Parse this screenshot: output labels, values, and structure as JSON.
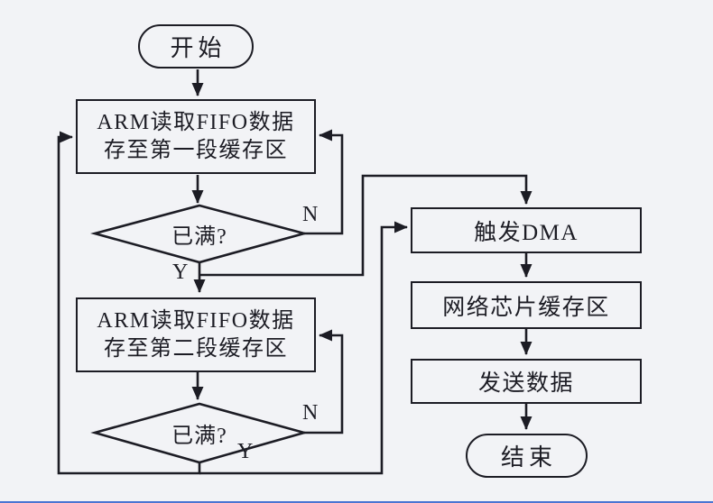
{
  "diagram": {
    "type": "flowchart",
    "nodes": {
      "start": {
        "shape": "terminator",
        "label": "开始"
      },
      "read_fifo_1": {
        "shape": "process",
        "lines": [
          "ARM读取FIFO数据",
          "存至第一段缓存区"
        ]
      },
      "full_check_1": {
        "shape": "decision",
        "label": "已满?"
      },
      "read_fifo_2": {
        "shape": "process",
        "lines": [
          "ARM读取FIFO数据",
          "存至第二段缓存区"
        ]
      },
      "full_check_2": {
        "shape": "decision",
        "label": "已满?"
      },
      "trigger_dma": {
        "shape": "process",
        "label": "触发DMA"
      },
      "network_buffer": {
        "shape": "process",
        "label": "网络芯片缓存区"
      },
      "send_data": {
        "shape": "process",
        "label": "发送数据"
      },
      "end": {
        "shape": "terminator",
        "label": "结束"
      }
    },
    "branch_labels": {
      "check1_no": "N",
      "check1_yes": "Y",
      "check2_no": "N",
      "check2_yes": "Y"
    },
    "edges": [
      {
        "from": "start",
        "to": "read_fifo_1"
      },
      {
        "from": "read_fifo_1",
        "to": "full_check_1"
      },
      {
        "from": "full_check_1",
        "to": "read_fifo_1",
        "label": "N"
      },
      {
        "from": "full_check_1",
        "to": "read_fifo_2",
        "label": "Y"
      },
      {
        "from": "full_check_1",
        "to": "trigger_dma",
        "label": "Y"
      },
      {
        "from": "read_fifo_2",
        "to": "full_check_2"
      },
      {
        "from": "full_check_2",
        "to": "read_fifo_2",
        "label": "N"
      },
      {
        "from": "full_check_2",
        "to": "read_fifo_1",
        "label": "Y"
      },
      {
        "from": "full_check_2",
        "to": "trigger_dma",
        "label": "Y"
      },
      {
        "from": "trigger_dma",
        "to": "network_buffer"
      },
      {
        "from": "network_buffer",
        "to": "send_data"
      },
      {
        "from": "send_data",
        "to": "end"
      }
    ],
    "colors": {
      "line": "#1c1c24",
      "background": "#f2f3f6",
      "bottom_bar": "#4a75d2"
    }
  }
}
